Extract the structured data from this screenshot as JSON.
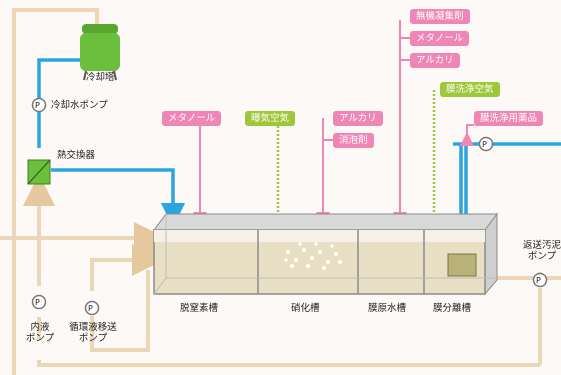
{
  "title": "",
  "equipment": {
    "cooling_tower": "冷却塔",
    "cooling_pump": "冷却水ポンプ",
    "heat_exchanger": "熱交換器",
    "internal_pump_line1": "内液",
    "internal_pump_line2": "ポンプ",
    "recirc_pump_line1": "循環液移送",
    "recirc_pump_line2": "ポンプ",
    "return_pump_line1": "返送汚泥",
    "return_pump_line2": "ポンプ",
    "pump_symbol": "P"
  },
  "tanks": {
    "denitrification": "脱窒素槽",
    "nitrification": "硝化槽",
    "raw_membrane": "膜原水槽",
    "membrane_separation": "膜分離槽"
  },
  "chemicals": {
    "methanol": "メタノール",
    "aeration_air": "曝気空気",
    "alkali": "アルカリ",
    "antifoam": "消泡剤",
    "inorganic_coagulant": "無機凝集剤",
    "methanol_2": "メタノール",
    "alkali_2": "アルカリ",
    "membrane_wash_air": "膜洗浄空気",
    "membrane_wash_chem": "膜洗浄用薬品"
  },
  "colors": {
    "pipe": "#ecd6b8",
    "cooling_water": "#2aa5e0",
    "chemical_line": "#ee86b6",
    "air_line": "#9ec83a",
    "tank_frame": "#9a9a9a",
    "water": "#e9dfc5",
    "equipment_green": "#6cbf3c"
  }
}
